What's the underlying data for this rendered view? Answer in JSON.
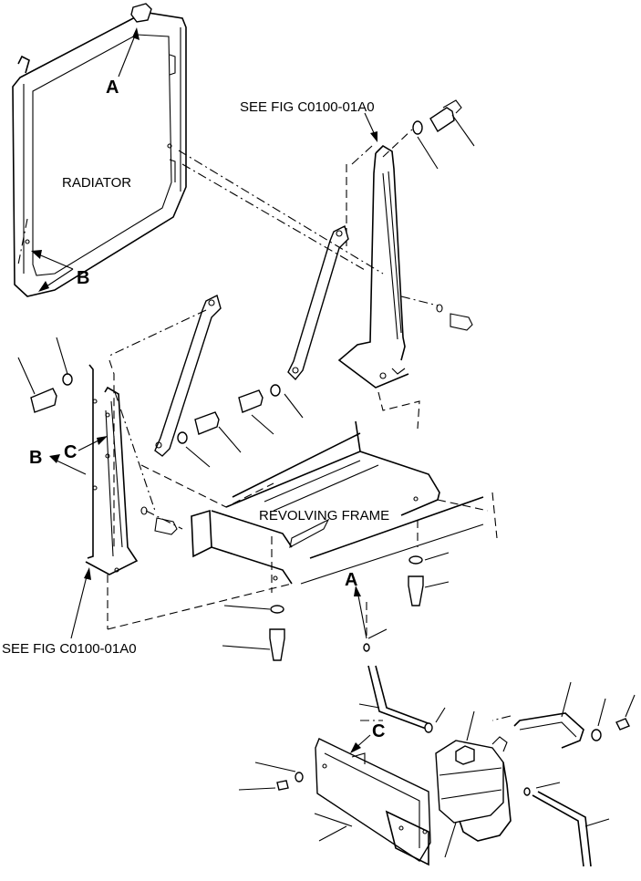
{
  "labels": {
    "radiator": "RADIATOR",
    "revolving_frame": "REVOLVING FRAME",
    "see_fig_top": "SEE FIG C0100-01A0",
    "see_fig_bottom": "SEE FIG C0100-01A0",
    "callout_a_top": "A",
    "callout_a_bottom": "A",
    "callout_b_radiator": "B",
    "callout_b_left": "B",
    "callout_c_left": "C",
    "callout_c_bottom": "C"
  }
}
